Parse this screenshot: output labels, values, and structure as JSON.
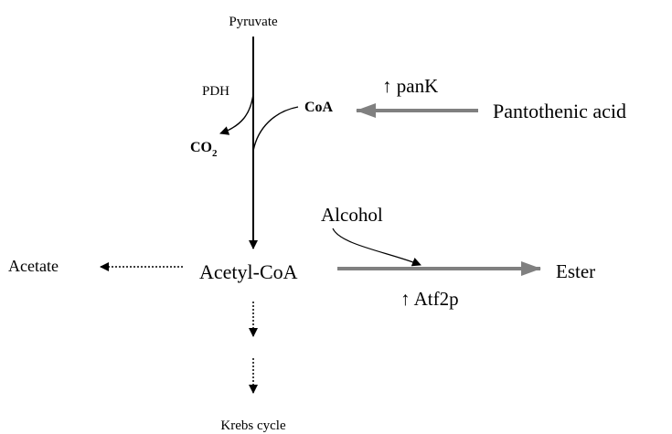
{
  "nodes": {
    "pyruvate": "Pyruvate",
    "pdh": "PDH",
    "coa": "CoA",
    "co2": "CO",
    "co2_subscript": "2",
    "pantothenic_acid": "Pantothenic acid",
    "pank": "↑ panK",
    "alcohol": "Alcohol",
    "acetyl_coa": "Acetyl-CoA",
    "acetate": "Acetate",
    "ester": "Ester",
    "atf2p": "↑ Atf2p",
    "krebs_cycle": "Krebs cycle"
  },
  "colors": {
    "main_arrow": "#000000",
    "grey_arrow": "#808080"
  }
}
